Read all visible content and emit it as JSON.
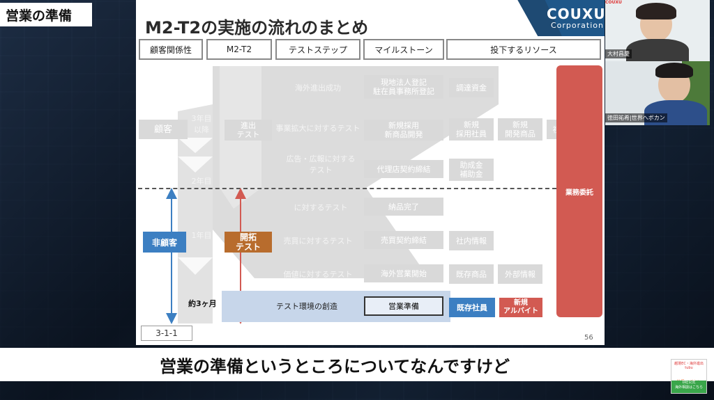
{
  "corner_chip": "営業の準備",
  "slide": {
    "title": "M2-T2の実施の流れのまとめ",
    "logo": "COUXU",
    "logo_sub": "Corporation",
    "headers": [
      "顧客関係性",
      "M2-T2",
      "テストステップ",
      "マイルストーン",
      "投下するリソース"
    ],
    "ghost": {
      "kokyaku": "顧客",
      "year3": "3年目\n以降",
      "year2": "2年目",
      "year1": "1年目",
      "shinshutsu": "進出\nテスト",
      "steps": [
        "海外進出成功",
        "事業拡大に対するテスト",
        "広告・広報に対する\nテスト",
        "に対するテスト",
        "売買に対するテスト",
        "価値に対するテスト"
      ],
      "milestones": [
        "現地法人登記\n駐在員事務所登記",
        "新規採用\n新商品開発",
        "代理店契約締結",
        "納品完了",
        "売買契約締結",
        "海外営業開始"
      ],
      "resources": [
        "調達資金",
        "新規\n採用社員",
        "新規\n開発商品",
        "視察会",
        "助成金\n補助金",
        "社内情報",
        "既存商品",
        "外部情報"
      ]
    },
    "non_customer": "非顧客",
    "pioneer_test": "開拓\nテスト",
    "outsourcing": "業務委託",
    "about_3_months": "約3ヶ月",
    "env_label": "テスト環境の創造",
    "env_box": "営業準備",
    "existing_staff": "既存社員",
    "part_time": "新規\nアルバイト",
    "page_ref": "3-1-1",
    "page_num": "56"
  },
  "videos": {
    "top_logo": "COUXU",
    "top_name": "大村昌慶",
    "bottom_name": "徳田祐希|世界へボカン"
  },
  "subtitle": "営業の準備というところについてなんですけど",
  "badge": {
    "top": "越境EC・海外進出tubu",
    "mid": "世界へボカン",
    "bottom": "D社公式\n海外相談はこちら"
  },
  "colors": {
    "blue": "#3c7fc2",
    "orange": "#b86c2d",
    "red": "#d25a52",
    "navy": "#1e4a73"
  }
}
